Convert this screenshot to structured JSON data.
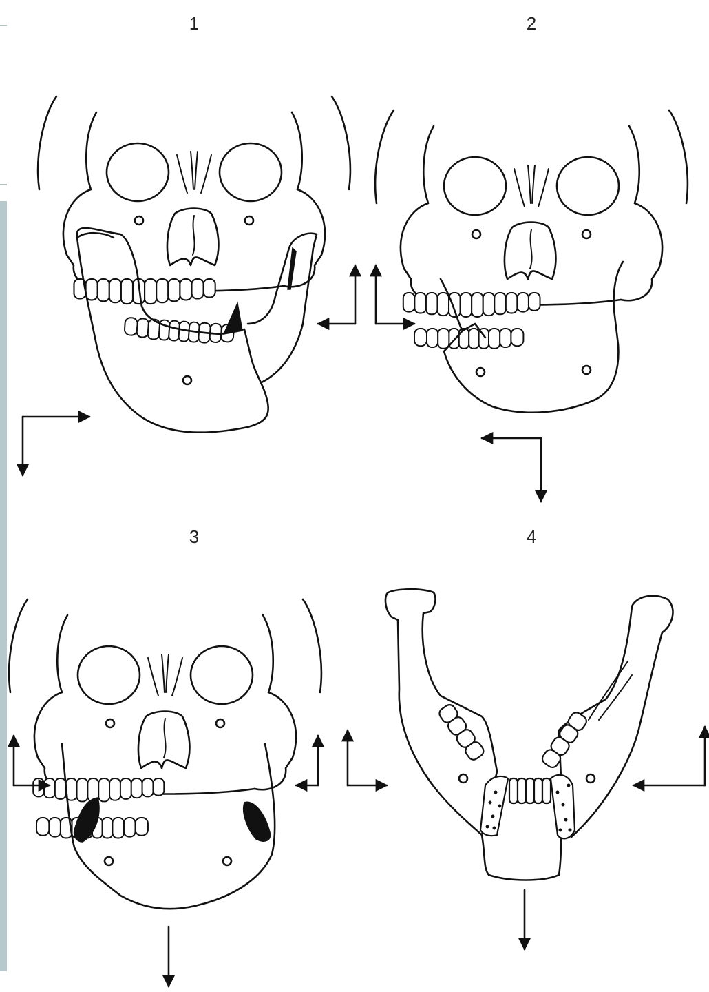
{
  "figure": {
    "panels": [
      {
        "number": "1"
      },
      {
        "number": "2"
      },
      {
        "number": "3"
      },
      {
        "number": "4"
      }
    ]
  },
  "colors": {
    "line": "#111111",
    "background": "#ffffff",
    "slide_frame": "#b7c9cd"
  }
}
